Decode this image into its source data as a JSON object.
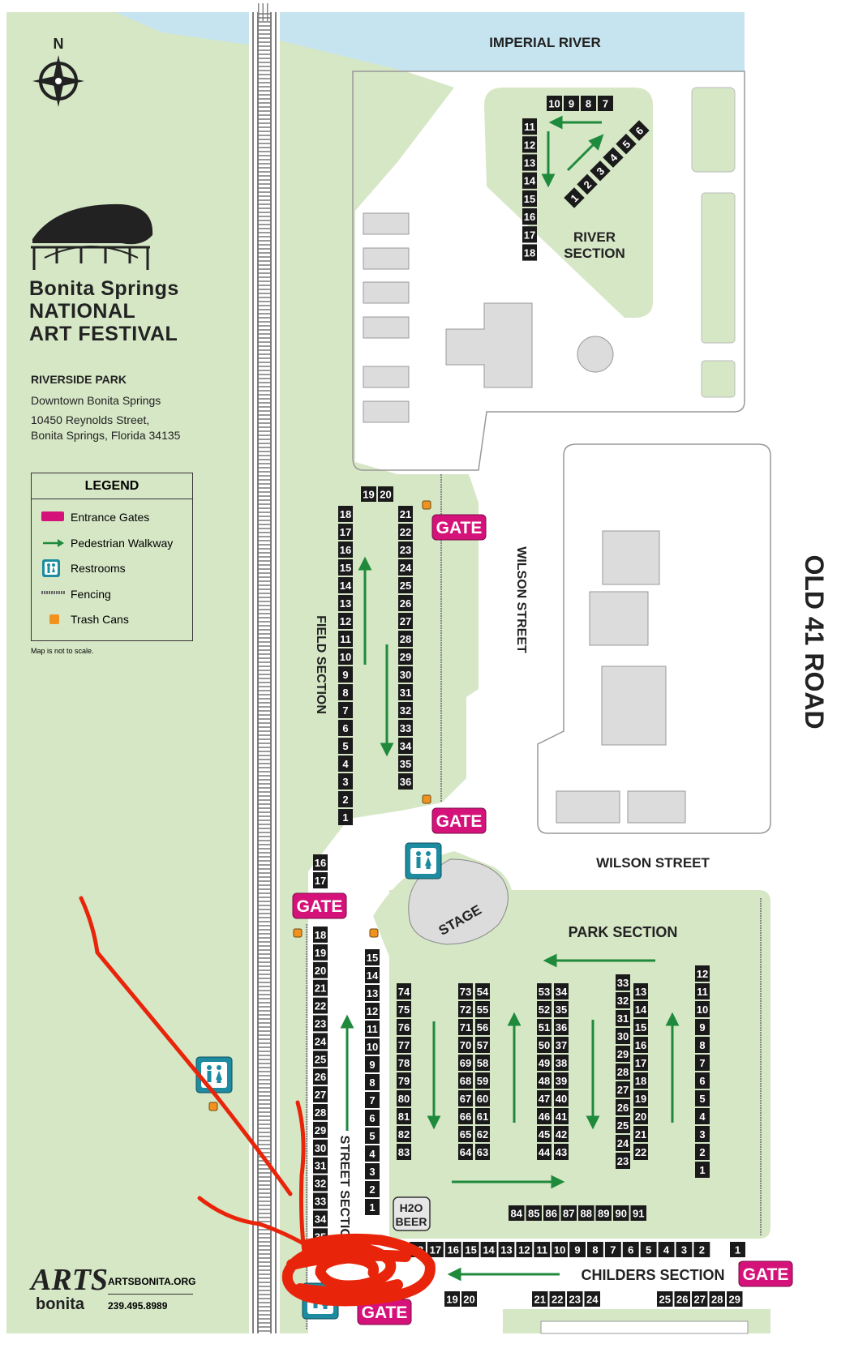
{
  "festival": {
    "name_line1": "Bonita Springs",
    "name_line2": "NATIONAL",
    "name_line3": "ART FESTIVAL",
    "venue": "RIVERSIDE PARK",
    "address_line1": "Downtown Bonita Springs",
    "address_line2": "10450 Reynolds Street,",
    "address_line3": "Bonita Springs, Florida 34135"
  },
  "compass": {
    "label": "N"
  },
  "legend": {
    "title": "LEGEND",
    "items": [
      {
        "label": "Entrance Gates",
        "icon": "gate-swatch-icon"
      },
      {
        "label": "Pedestrian Walkway",
        "icon": "arrow-icon"
      },
      {
        "label": "Restrooms",
        "icon": "restroom-icon"
      },
      {
        "label": "Fencing",
        "icon": "fence-icon"
      },
      {
        "label": "Trash Cans",
        "icon": "trash-can-icon"
      }
    ],
    "note": "Map is not to scale."
  },
  "labels": {
    "imperial_river": "IMPERIAL RIVER",
    "river_section_1": "RIVER",
    "river_section_2": "SECTION",
    "field_section": "FIELD SECTION",
    "wilson_street_vertical": "WILSON STREET",
    "wilson_street": "WILSON STREET",
    "old_41_road": "OLD 41 ROAD",
    "stage": "STAGE",
    "park_section": "PARK SECTION",
    "street_section": "STREET SECTION",
    "childers_section": "CHILDERS SECTION",
    "h2o_1": "H2O",
    "h2o_2": "BEER",
    "gate": "GATE"
  },
  "booths": {
    "river_top": [
      "10",
      "9",
      "8",
      "7"
    ],
    "river_left": [
      "11",
      "12",
      "13",
      "14",
      "15",
      "16",
      "17",
      "18"
    ],
    "river_diag": [
      "1",
      "2",
      "3",
      "4",
      "5",
      "6"
    ],
    "field_top": [
      "19",
      "20"
    ],
    "field_left": [
      "18",
      "17",
      "16",
      "15",
      "14",
      "13",
      "12",
      "11",
      "10",
      "9",
      "8",
      "7",
      "6",
      "5",
      "4",
      "3",
      "2",
      "1"
    ],
    "field_right": [
      "21",
      "22",
      "23",
      "24",
      "25",
      "26",
      "27",
      "28",
      "29",
      "30",
      "31",
      "32",
      "33",
      "34",
      "35",
      "36"
    ],
    "street_top": [
      "16",
      "17"
    ],
    "street_left": [
      "18",
      "19",
      "20",
      "21",
      "22",
      "23",
      "24",
      "25",
      "26",
      "27",
      "28",
      "29",
      "30",
      "31",
      "32",
      "33",
      "34",
      "35"
    ],
    "street_right": [
      "15",
      "14",
      "13",
      "12",
      "11",
      "10",
      "9",
      "8",
      "7",
      "6",
      "5",
      "4",
      "3",
      "2",
      "1"
    ],
    "park_col1": [
      "74",
      "75",
      "76",
      "77",
      "78",
      "79",
      "80",
      "81",
      "82",
      "83"
    ],
    "park_col2": [
      "73",
      "72",
      "71",
      "70",
      "69",
      "68",
      "67",
      "66",
      "65",
      "64"
    ],
    "park_col3": [
      "54",
      "55",
      "56",
      "57",
      "58",
      "59",
      "60",
      "61",
      "62",
      "63"
    ],
    "park_col4": [
      "53",
      "52",
      "51",
      "50",
      "49",
      "48",
      "47",
      "46",
      "45",
      "44"
    ],
    "park_col5": [
      "34",
      "35",
      "36",
      "37",
      "38",
      "39",
      "40",
      "41",
      "42",
      "43"
    ],
    "park_col6": [
      "33",
      "32",
      "31",
      "30",
      "29",
      "28",
      "27",
      "26",
      "25",
      "24",
      "23"
    ],
    "park_col7": [
      "13",
      "14",
      "15",
      "16",
      "17",
      "18",
      "19",
      "20",
      "21",
      "22"
    ],
    "park_col8": [
      "12",
      "11",
      "10",
      "9",
      "8",
      "7",
      "6",
      "5",
      "4",
      "3",
      "2",
      "1"
    ],
    "park_bottom": [
      "84",
      "85",
      "86",
      "87",
      "88",
      "89",
      "90",
      "91"
    ],
    "childers_top": [
      "18",
      "17",
      "16",
      "15",
      "14",
      "13",
      "12",
      "11",
      "10",
      "9",
      "8",
      "7",
      "6",
      "5",
      "4",
      "3",
      "2"
    ],
    "childers_top_right": [
      "1"
    ],
    "childers_bottom_a": [
      "19",
      "20"
    ],
    "childers_bottom_b": [
      "21",
      "22",
      "23",
      "24"
    ],
    "childers_bottom_c": [
      "25",
      "26",
      "27",
      "28",
      "29"
    ]
  },
  "arts_bonita": {
    "logo_text": "ARTS",
    "sub_text": "bonita",
    "url": "ARTSBONITA.ORG",
    "phone": "239.495.8989"
  },
  "colors": {
    "park_green": "#d6e7c6",
    "river_blue": "#c6e4ef",
    "gate_pink": "#d5127a",
    "restroom_teal": "#1d8ba0",
    "walkway_green": "#1f8a3c",
    "trash_orange": "#f2921d",
    "annotation_red": "#e8250a"
  }
}
